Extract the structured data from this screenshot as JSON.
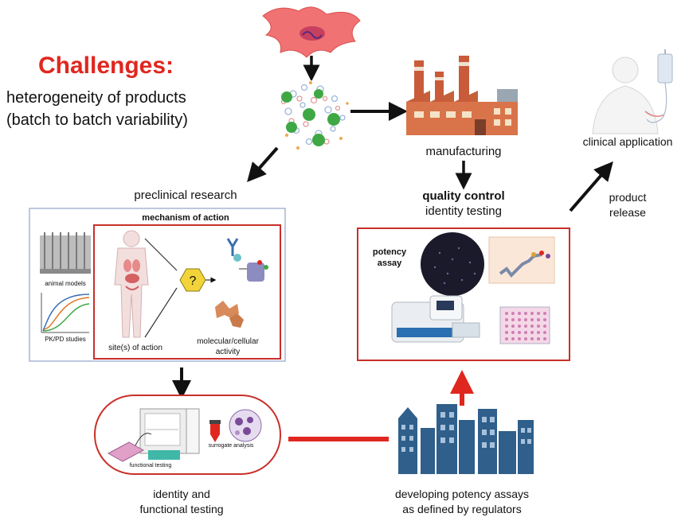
{
  "challenges": {
    "title": "Challenges:",
    "line1": "heterogeneity of products",
    "line2": "(batch to batch variability)"
  },
  "manufacturing": {
    "label": "manufacturing"
  },
  "quality_control": {
    "title": "quality control",
    "subtitle": "identity testing"
  },
  "clinical": {
    "label": "clinical application"
  },
  "product_release": {
    "line1": "product",
    "line2": "release"
  },
  "preclinical": {
    "label": "preclinical research",
    "moa_title": "mechanism of action",
    "animal_models": "animal models",
    "pkpd": "PK/PD studies",
    "site_of_action": "site(s) of action",
    "molecular_l1": "molecular/cellular",
    "molecular_l2": "activity",
    "question_mark": "?"
  },
  "potency": {
    "line1": "potency",
    "line2": "assay"
  },
  "testing": {
    "functional_small": "functional testing",
    "surrogate_small": "surrogate analysis",
    "identity_l1": "identity and",
    "identity_l2": "functional testing"
  },
  "regulators": {
    "line1": "developing  potency assays",
    "line2": "as defined by regulators"
  },
  "colors": {
    "accent_red": "#e0271f",
    "frame_red": "#c8302a",
    "frame_blue": "#a7b5d6",
    "cell_green": "#3fa845",
    "building_blue": "#2f5f8a",
    "factory_orange": "#d9744a"
  }
}
